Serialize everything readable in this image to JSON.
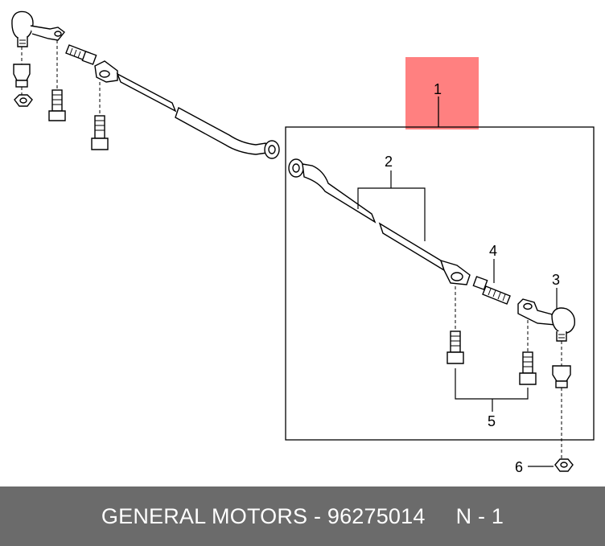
{
  "callouts": {
    "c1": "1",
    "c2": "2",
    "c3": "3",
    "c4": "4",
    "c5": "5",
    "c6": "6"
  },
  "footer": {
    "brand_part": "GENERAL MOTORS - 96275014",
    "quantity": "N - 1"
  },
  "colors": {
    "highlight": "#ff8080",
    "footer_bg": "#6b6b6b",
    "footer_text": "#ffffff"
  }
}
